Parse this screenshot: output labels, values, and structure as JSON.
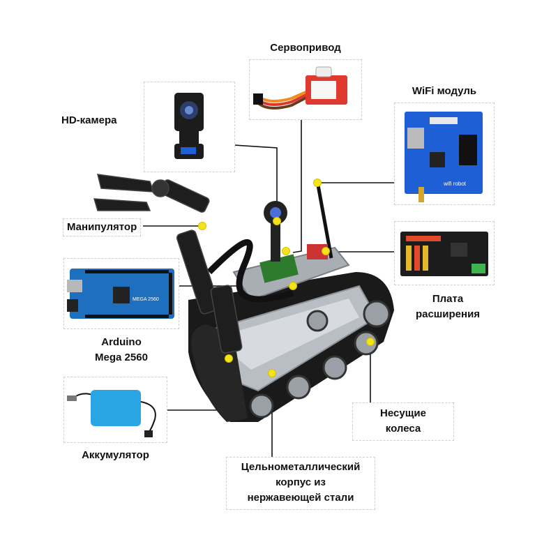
{
  "labels": {
    "servo": "Сервопривод",
    "camera": "HD-камера",
    "wifi": "WiFi модуль",
    "manipulator": "Манипулятор",
    "board_line1": "Плата",
    "board_line2": "расширения",
    "arduino_line1": "Arduino",
    "arduino_line2": "Mega 2560",
    "wheels_line1": "Несущие",
    "wheels_line2": "колеса",
    "battery": "Аккумулятор",
    "body_line1": "Цельнометаллический",
    "body_line2": "корпус из",
    "body_line3": "нержавеющей стали"
  },
  "board_texts": {
    "arduino_brand": "MEGA 2560",
    "wifi_brand": "wifi robot"
  },
  "colors": {
    "marker": "#f4e21a",
    "connector": "#111111",
    "board_blue": "#1f5fd6",
    "board_black": "#1c1c1c",
    "battery_blue": "#2aa5e4",
    "robot_metal": "#b9bec4",
    "track": "#1a1a1a"
  }
}
